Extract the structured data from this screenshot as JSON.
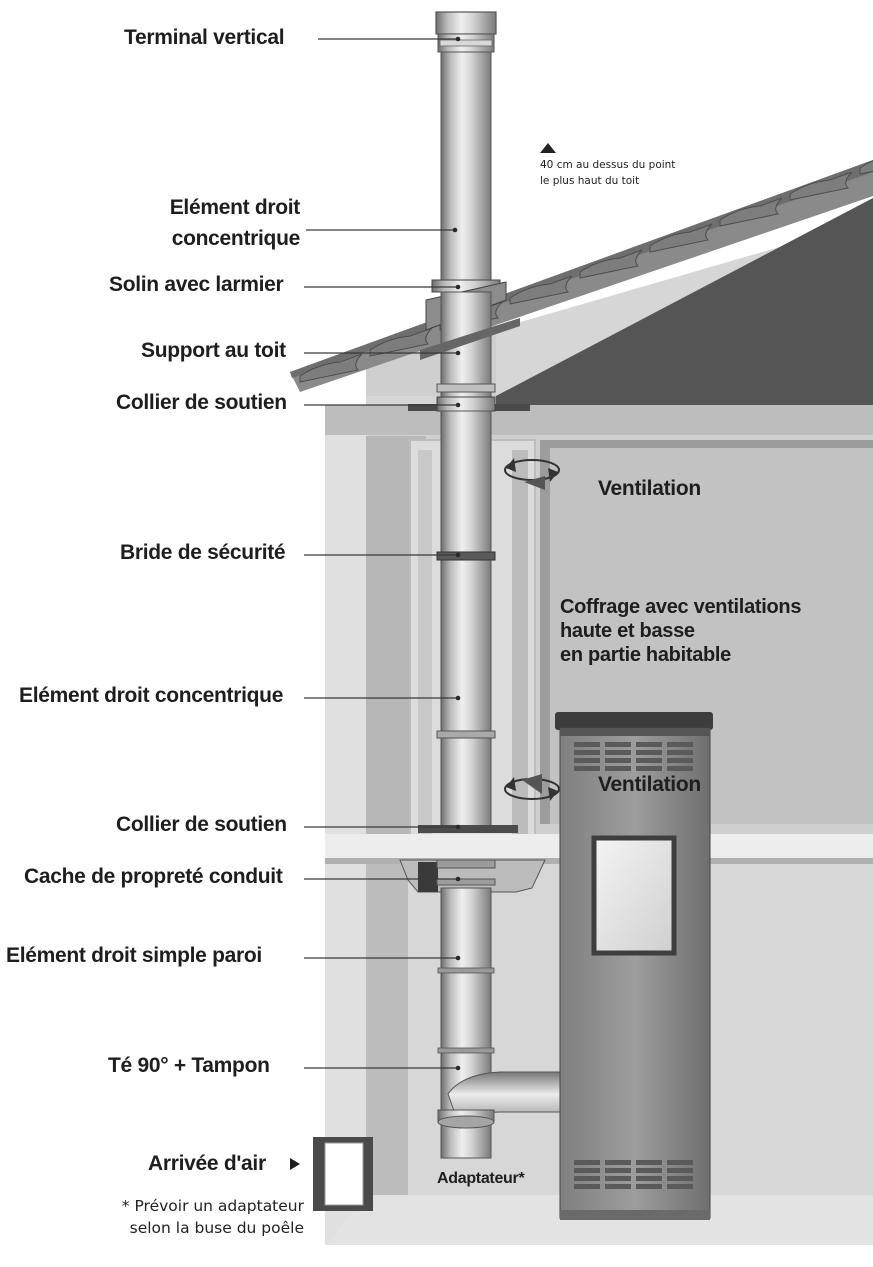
{
  "labels": {
    "terminal": "Terminal vertical",
    "element_droit_top_1": "Elément droit",
    "element_droit_top_2": "concentrique",
    "solin": "Solin avec larmier",
    "support_toit": "Support au toit",
    "collier_1": "Collier de soutien",
    "bride": "Bride de sécurité",
    "element_concentrique": "Elément droit concentrique",
    "collier_2": "Collier de soutien",
    "cache": "Cache de propreté conduit",
    "simple_paroi": "Elément droit simple paroi",
    "te": "Té 90° + Tampon",
    "arrivee_air": "Arrivée d'air",
    "adaptateur": "Adaptateur*"
  },
  "annotations": {
    "hauteur_line1": "40 cm au dessus du point",
    "hauteur_line2": "le plus haut du toit",
    "ventilation_haute": "Ventilation",
    "ventilation_basse": "Ventilation",
    "coffrage_line1": "Coffrage avec ventilations",
    "coffrage_line2": "haute et basse",
    "coffrage_line3": "en partie habitable"
  },
  "footnote": {
    "line1": "* Prévoir un adaptateur",
    "line2": "selon la buse du poêle"
  },
  "colors": {
    "wall": "#d4d4d4",
    "wall_shadow": "#a9a9a9",
    "roof_dark": "#555555",
    "pipe_light": "#e6e6e6",
    "pipe_dark": "#7a7a7a",
    "stove_body": "#8f8f8f",
    "stove_top": "#3d3d3d",
    "label_text": "#1e1e1e"
  }
}
